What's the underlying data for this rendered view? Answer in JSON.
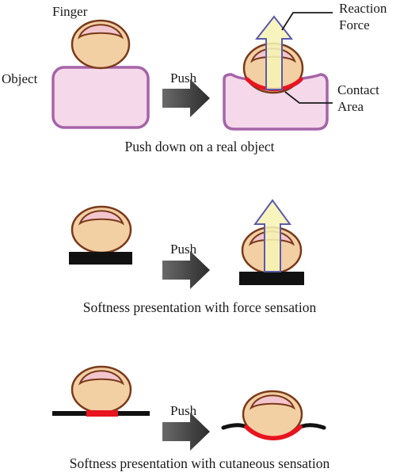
{
  "panels": {
    "real_object": {
      "labels": {
        "finger": "Finger",
        "object": "Object",
        "push": "Push",
        "reaction_force_line1": "Reaction",
        "reaction_force_line2": "Force",
        "contact_area_line1": "Contact",
        "contact_area_line2": "Area"
      },
      "caption": "Push down on a real object"
    },
    "force_sensation": {
      "labels": {
        "push": "Push"
      },
      "caption": "Softness presentation with force sensation"
    },
    "cutaneous_sensation": {
      "labels": {
        "push": "Push"
      },
      "caption": "Softness presentation with cutaneous sensation"
    }
  },
  "colors": {
    "finger_fill": "#F3CFA4",
    "finger_outline": "#7A3A1A",
    "nail_fill": "#F3C6CF",
    "object_fill": "#F5D9EA",
    "object_outline": "#A564A8",
    "contact_red": "#E8141E",
    "force_arrow_fill": "#F6F4B4",
    "force_arrow_outline": "#5A5AAE",
    "push_arrow": "#3C3C3C",
    "plate": "#111111"
  }
}
